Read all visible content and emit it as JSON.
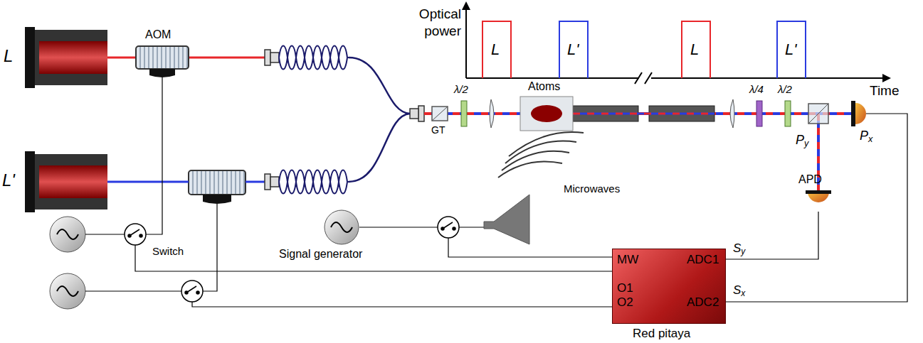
{
  "diagram": {
    "nodes": [
      {
        "text": [
          "L"
        ]
      },
      {
        "text": [
          "AOM"
        ]
      },
      {
        "text": [
          "L'"
        ]
      },
      {
        "text": [
          "Atoms"
        ]
      },
      {
        "text": [
          "APD"
        ]
      },
      {
        "text": [
          "Signal generator"
        ]
      },
      {
        "text": [
          "MW",
          "O1",
          "O2",
          "ADC1",
          "ADC2",
          "Red pitaya"
        ]
      }
    ],
    "edges": [
      {
        "from": 0,
        "to": 1,
        "arrow": "none"
      },
      {
        "from": 4,
        "to": 6,
        "arrow": "none"
      }
    ],
    "labels": [
      "Optical power",
      "L",
      "L'",
      "L",
      "L'",
      "Time",
      "GT",
      "λ/2",
      "λ/4",
      "λ/2",
      "Microwaves",
      "Switch",
      "Py",
      "Px",
      "Sy",
      "Sx"
    ]
  }
}
